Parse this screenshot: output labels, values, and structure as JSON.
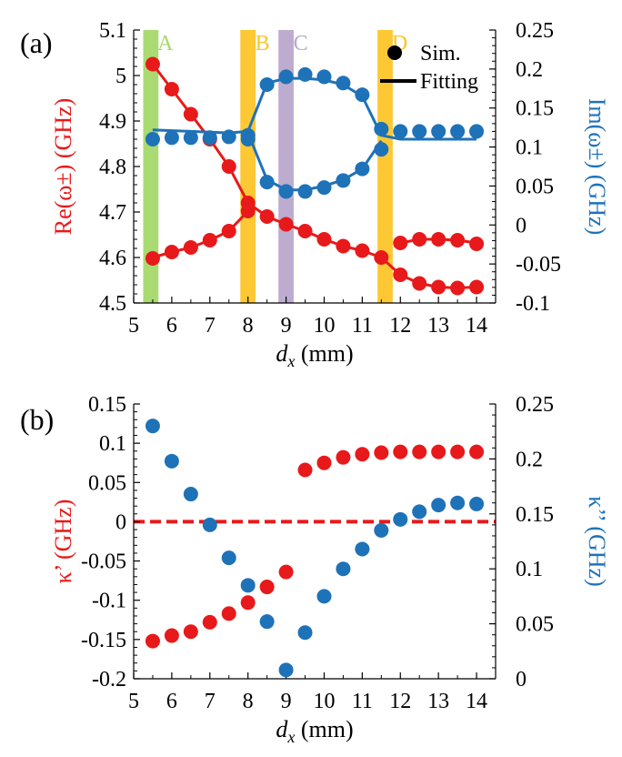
{
  "panel_labels": {
    "a": "(a)",
    "b": "(b)"
  },
  "colors": {
    "red": "#e8191a",
    "blue": "#1e72b8",
    "green": "#a5d96a",
    "yellow": "#fdc528",
    "purple": "#b9a8cd",
    "axis": "#000000"
  },
  "chart_data": [
    {
      "id": "a",
      "type": "scatter",
      "xlabel_var": "d",
      "xlabel_sub": "x",
      "xlabel_unit": " (mm)",
      "ylabel_left": "Re(ω±) (GHz)",
      "ylabel_right": "Im(ω±) (GHz)",
      "xlim": [
        5,
        14.5
      ],
      "xticks": [
        "5",
        "6",
        "7",
        "8",
        "9",
        "10",
        "11",
        "12",
        "13",
        "14"
      ],
      "ylim_left": [
        4.5,
        5.1
      ],
      "yticks_left": [
        "4.5",
        "4.6",
        "4.7",
        "4.8",
        "4.9",
        "5",
        "5.1"
      ],
      "ylim_right": [
        -0.1,
        0.25
      ],
      "yticks_right": [
        "-0.1",
        "-0.05",
        "0",
        "0.05",
        "0.1",
        "0.15",
        "0.2",
        "0.25"
      ],
      "legend": {
        "sim": "Sim.",
        "fit": "Fitting",
        "position": "top-right"
      },
      "regions": [
        {
          "label": "A",
          "from": 5.25,
          "to": 5.65,
          "color": "#a5d96a",
          "label_color": "#a5d96a"
        },
        {
          "label": "B",
          "from": 7.8,
          "to": 8.2,
          "color": "#fdc528",
          "label_color": "#fdc528"
        },
        {
          "label": "C",
          "from": 8.8,
          "to": 9.2,
          "color": "#b9a8cd",
          "label_color": "#b9a8cd"
        },
        {
          "label": "D",
          "from": 11.4,
          "to": 11.8,
          "color": "#fdc528",
          "label_color": "#fdc528"
        }
      ],
      "x": [
        5.5,
        6,
        6.5,
        7,
        7.5,
        8,
        8.5,
        9,
        9.5,
        10,
        10.5,
        11,
        11.5,
        12,
        12.5,
        13,
        13.5,
        14
      ],
      "series": [
        {
          "axis": "left",
          "kind": "markers",
          "color": "#e8191a",
          "values": [
            5.025,
            4.97,
            4.915,
            4.86,
            4.8,
            4.72,
            4.69,
            4.673,
            4.658,
            4.64,
            4.625,
            4.615,
            4.6,
            4.562,
            4.543,
            4.535,
            4.533,
            4.535
          ]
        },
        {
          "axis": "left",
          "kind": "markers",
          "color": "#e8191a",
          "values": [
            4.598,
            4.612,
            4.622,
            4.638,
            4.658,
            4.702,
            null,
            null,
            null,
            null,
            null,
            null,
            null,
            4.632,
            4.64,
            4.64,
            4.638,
            4.63
          ]
        },
        {
          "axis": "left",
          "kind": "line",
          "color": "#e8191a",
          "values": [
            5.025,
            4.97,
            4.915,
            4.86,
            4.8,
            4.72,
            4.69,
            4.673,
            4.658,
            4.64,
            4.625,
            4.615,
            4.6,
            4.562,
            4.543,
            4.535,
            4.533,
            4.535
          ]
        },
        {
          "axis": "left",
          "kind": "line",
          "color": "#e8191a",
          "values": [
            4.6,
            4.612,
            4.622,
            4.638,
            4.658,
            4.702,
            null,
            null,
            null,
            null,
            null,
            null,
            null,
            4.632,
            4.64,
            4.64,
            4.638,
            4.632
          ]
        },
        {
          "axis": "right",
          "kind": "markers",
          "color": "#1e72b8",
          "values": [
            0.11,
            0.112,
            0.112,
            0.112,
            0.113,
            0.115,
            0.18,
            0.19,
            0.193,
            0.19,
            0.182,
            0.167,
            0.123,
            0.12,
            0.12,
            0.12,
            0.12,
            0.12
          ]
        },
        {
          "axis": "right",
          "kind": "markers",
          "color": "#1e72b8",
          "values": [
            null,
            null,
            null,
            null,
            null,
            0.11,
            0.055,
            0.043,
            0.043,
            0.048,
            0.057,
            0.072,
            0.097,
            null,
            null,
            null,
            null,
            null
          ]
        },
        {
          "axis": "right",
          "kind": "line",
          "color": "#1e72b8",
          "values": [
            0.122,
            0.121,
            0.12,
            0.119,
            0.118,
            0.12,
            0.182,
            0.188,
            0.188,
            0.186,
            0.18,
            0.165,
            0.115,
            0.11,
            0.11,
            0.11,
            0.11,
            0.11
          ]
        },
        {
          "axis": "right",
          "kind": "line",
          "color": "#1e72b8",
          "values": [
            null,
            null,
            null,
            null,
            null,
            0.118,
            0.058,
            0.045,
            0.045,
            0.05,
            0.058,
            0.072,
            0.108,
            null,
            null,
            null,
            null,
            null
          ]
        }
      ]
    },
    {
      "id": "b",
      "type": "scatter",
      "xlabel_var": "d",
      "xlabel_sub": "x",
      "xlabel_unit": " (mm)",
      "ylabel_left": "κ’ (GHz)",
      "ylabel_right": "κ’’ (GHz)",
      "xlim": [
        5,
        14.5
      ],
      "xticks": [
        "5",
        "6",
        "7",
        "8",
        "9",
        "10",
        "11",
        "12",
        "13",
        "14"
      ],
      "ylim_left": [
        -0.2,
        0.15
      ],
      "yticks_left": [
        "-0.2",
        "-0.15",
        "-0.1",
        "-0.05",
        "0",
        "0.05",
        "0.1",
        "0.15"
      ],
      "ylim_right": [
        0,
        0.25
      ],
      "yticks_right": [
        "0",
        "0.05",
        "0.1",
        "0.15",
        "0.2",
        "0.25"
      ],
      "zero_line": {
        "value": 0,
        "axis": "left",
        "style": "dashed",
        "color": "#e8191a"
      },
      "x": [
        5.5,
        6,
        6.5,
        7,
        7.5,
        8,
        8.5,
        9,
        9.5,
        10,
        10.5,
        11,
        11.5,
        12,
        12.5,
        13,
        13.5,
        14
      ],
      "series": [
        {
          "axis": "left",
          "kind": "markers",
          "color": "#e8191a",
          "values": [
            -0.152,
            -0.145,
            -0.14,
            -0.128,
            -0.117,
            -0.103,
            -0.083,
            -0.064,
            0.066,
            0.075,
            0.082,
            0.086,
            0.088,
            0.089,
            0.089,
            0.089,
            0.089,
            0.089
          ]
        },
        {
          "axis": "right",
          "kind": "markers",
          "color": "#1e72b8",
          "values": [
            0.23,
            0.198,
            0.168,
            0.14,
            0.11,
            0.085,
            0.052,
            0.008,
            0.042,
            0.075,
            0.1,
            0.118,
            0.135,
            0.145,
            0.152,
            0.158,
            0.16,
            0.159
          ]
        }
      ]
    }
  ]
}
